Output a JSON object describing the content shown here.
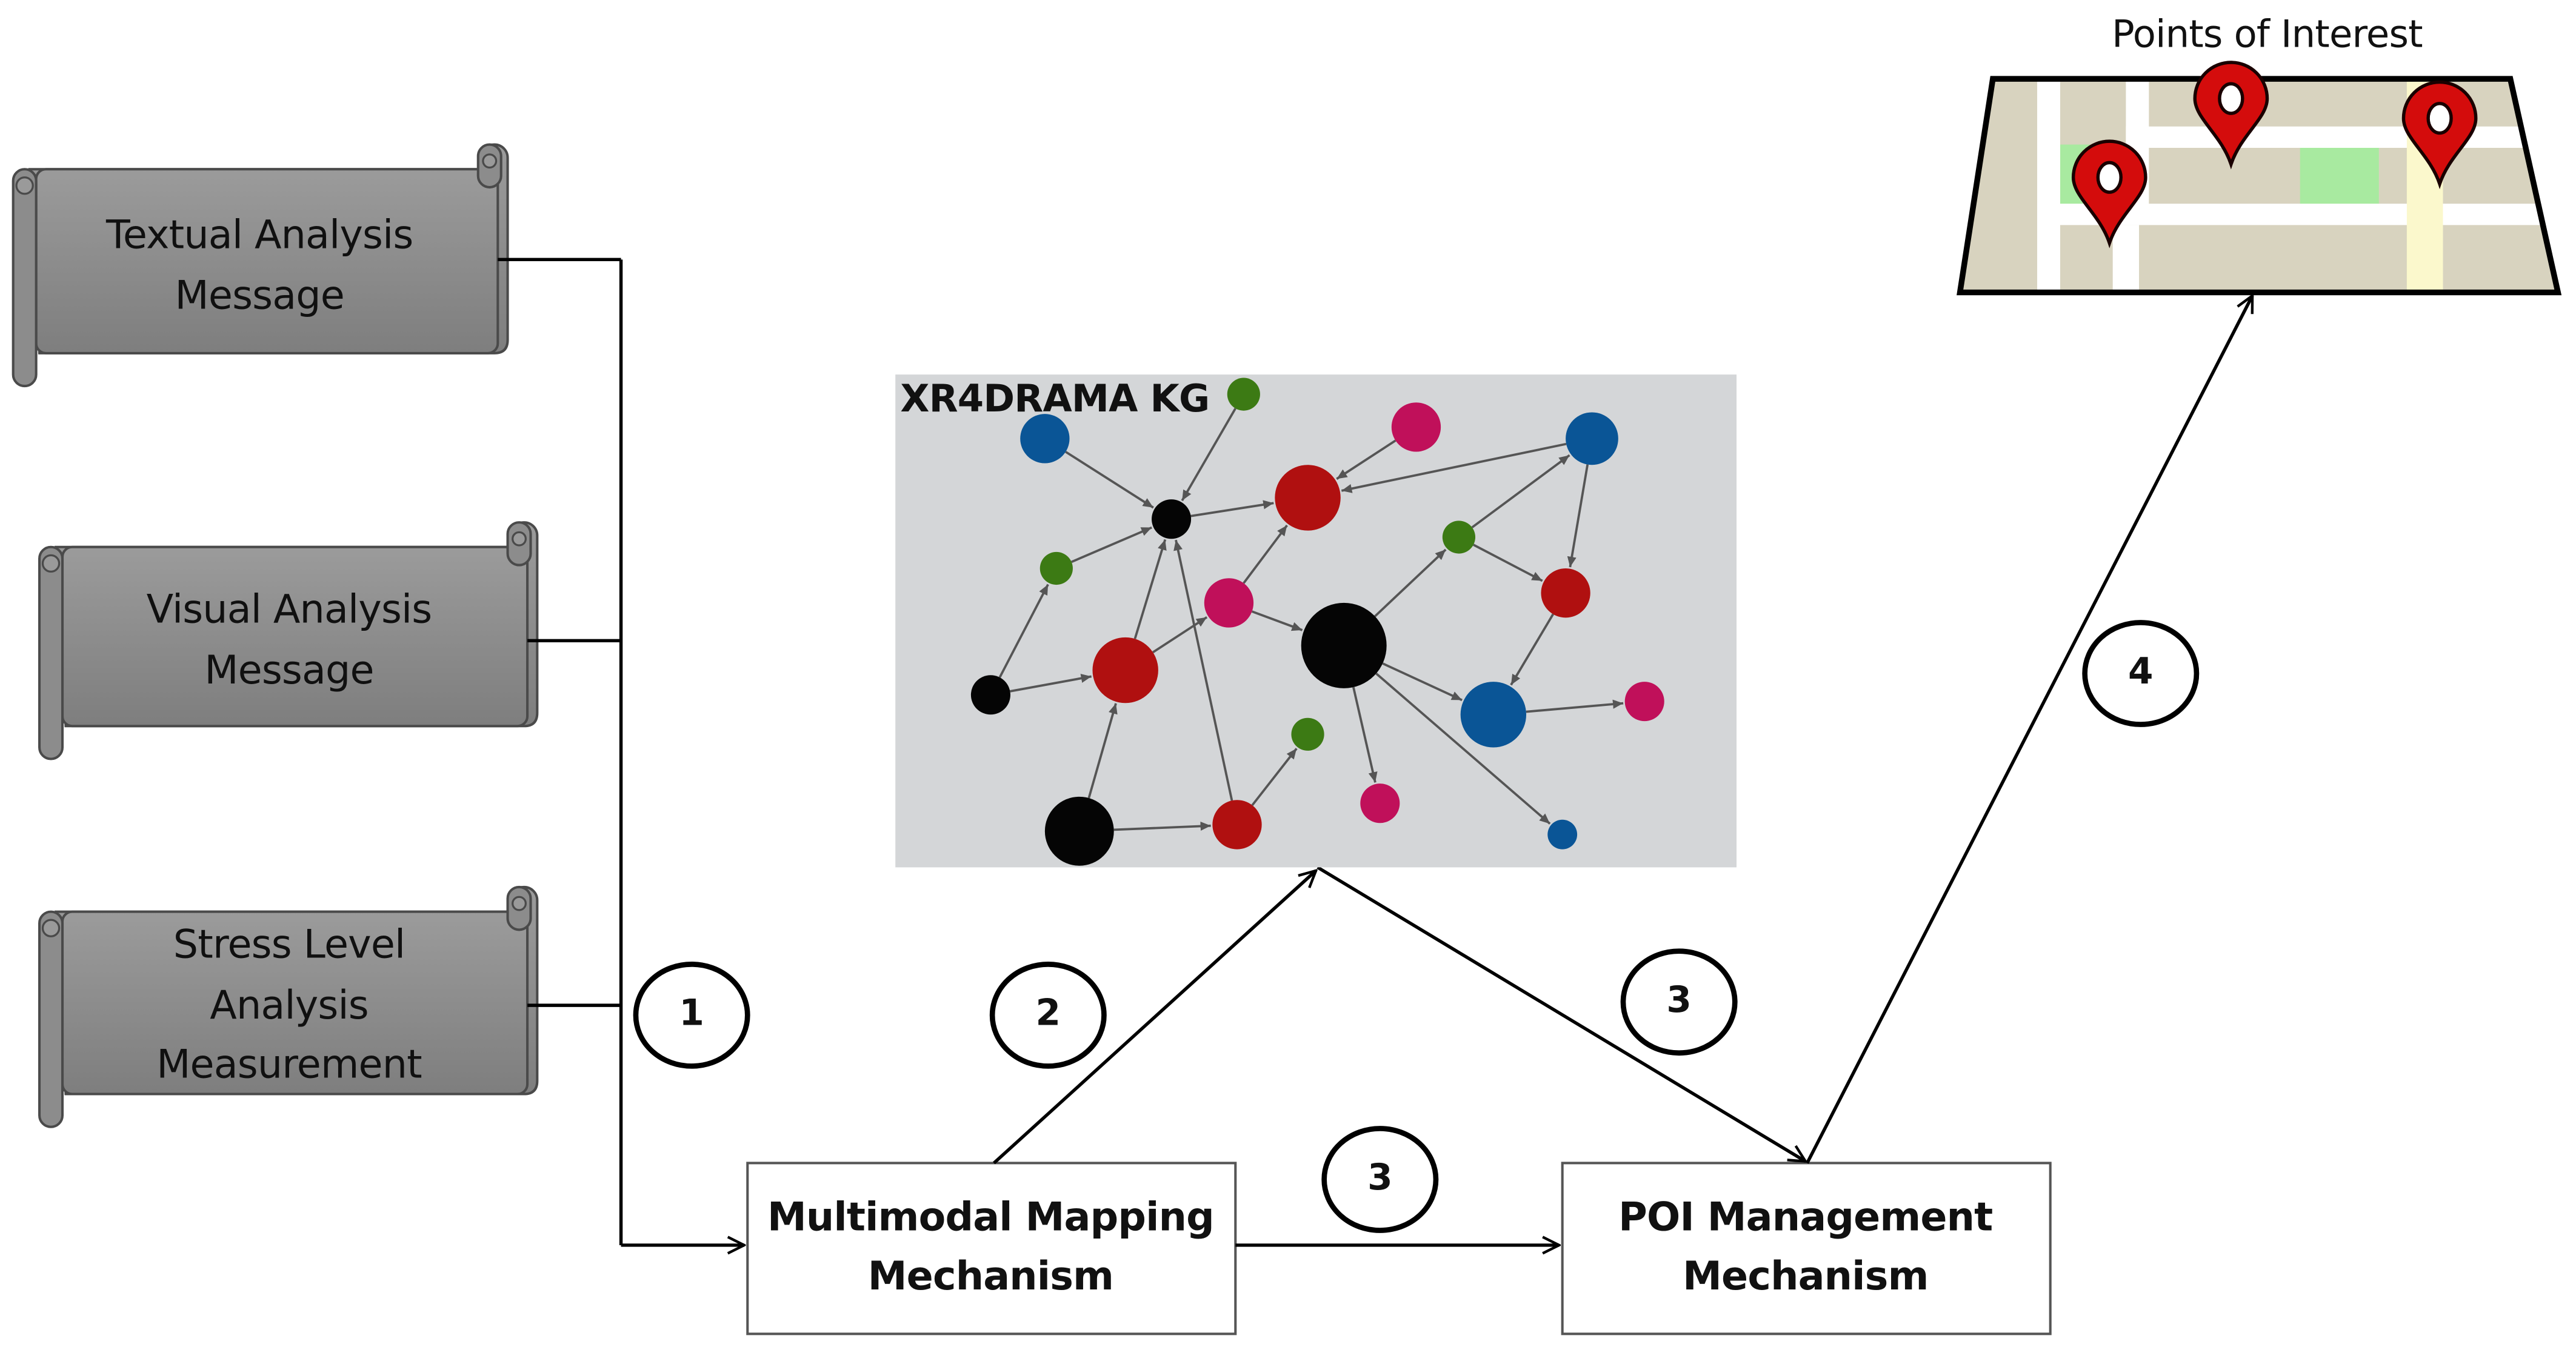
{
  "inputs": [
    {
      "id": "textual",
      "lines": [
        "Textual Analysis",
        "Message"
      ]
    },
    {
      "id": "visual",
      "lines": [
        "Visual Analysis",
        "Message"
      ]
    },
    {
      "id": "stress",
      "lines": [
        "Stress Level",
        "Analysis",
        "Measurement"
      ]
    }
  ],
  "mechanisms": {
    "multimodal": {
      "lines": [
        "Multimodal Mapping",
        "Mechanism"
      ]
    },
    "poi": {
      "lines": [
        "POI Management",
        "Mechanism"
      ]
    }
  },
  "knowledge_graph": {
    "title": "XR4DRAMA KG",
    "node_colors": {
      "black": "#050505",
      "red": "#b01010",
      "blue": "#0a5596",
      "green": "#3c7a14",
      "magenta": "#c0105a"
    }
  },
  "map": {
    "title": "Points of Interest",
    "pin_color": "#d40c0c",
    "pin_count": 3
  },
  "steps": {
    "step1": "1",
    "step2": "2",
    "step3_kg": "3",
    "step3_direct": "3",
    "step4": "4"
  },
  "colors": {
    "scroll_fill": "#8a8a8a",
    "scroll_stroke": "#4a4a4a",
    "kg_background": "#d4d6d8",
    "map_base": "#d8d3bf",
    "map_park": "#a8eaa0",
    "map_road": "#ffffff",
    "map_avenue": "#fbf8cc"
  }
}
